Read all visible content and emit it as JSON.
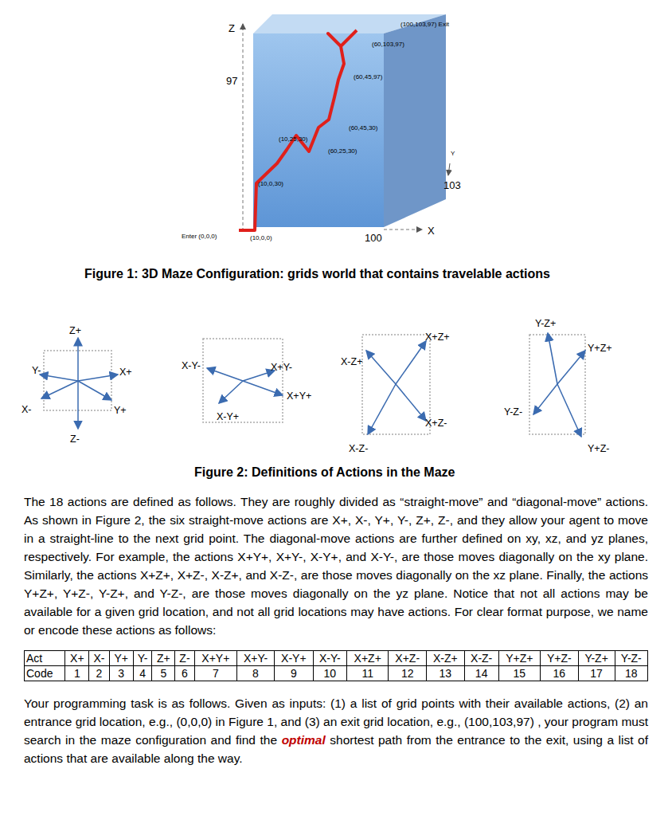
{
  "diagram": {
    "labels": [
      "Z",
      "97",
      "(100,103,97) Exit",
      "(60,103,97)",
      "(60,45,97)",
      "(60,45,30)",
      "(10,25,30)",
      "(60,25,30)",
      "Y",
      "103",
      "(10,0,30)",
      "Enter (0,0,0)",
      "(10,0,0)",
      "100",
      "X",
      "Figure 1: 3D Maze Configuration: grids world that contains travelable actions",
      "Z+",
      "Y-",
      "X+",
      "X-",
      "Y+",
      "Z-",
      "X-Y-",
      "X+Y-",
      "X+Y+",
      "X-Y+",
      "X-Z+",
      "X+Z+",
      "X+Z-",
      "X-Z-",
      "Y-Z+",
      "Y+Z+",
      "Y-Z-",
      "Y+Z-",
      "Figure 2: Definitions of Actions in the Maze",
      "The 18 actions are defined as follows. They are roughly divided as “straight-move” and “diagonal-move” actions. As shown in Figure 2, the six straight-move actions are X+, X-, Y+, Y-, Z+, Z-, and they allow your agent to move in a straight-line to the next grid point. The diagonal-move actions are further defined on xy, xz, and yz planes, respectively. For example, the actions X+Y+, X+Y-, X-Y+, and X-Y-, are those moves diagonally on the xy plane. Similarly, the actions X+Z+, X+Z-, X-Z+, and X-Z-, are those moves diagonally on the xz plane. Finally, the actions Y+Z+, Y+Z-, Y-Z+, and Y-Z-, are those moves diagonally on the yz plane. Notice that not all actions may be available for a given grid location, and not all grid locations may have actions. For clear format purpose, we name or encode these actions as follows:",
      "Act",
      "X+",
      "X-",
      "Y+",
      "Y-",
      "Z+",
      "Z-",
      "X+Y+",
      "X+Y-",
      "X-Y+",
      "X-Y-",
      "X+Z+",
      "X+Z-",
      "X-Z+",
      "X-Z-",
      "Y+Z+",
      "Y+Z-",
      "Y-Z+",
      "Y-Z-",
      "Code",
      "1",
      "2",
      "3",
      "4",
      "5",
      "6",
      "7",
      "8",
      "9",
      "10",
      "11",
      "12",
      "13",
      "14",
      "15",
      "16",
      "17",
      "18",
      "Your programming task is as follows. Given as inputs: (1) a list of grid points with their available actions, (2) an entrance grid location, e.g., (0,0,0) in Figure 1, and (3) an exit grid location, e.g., (100,103,97) , your program must search in the maze configuration and find the",
      "optimal",
      "shortest path from the entrance to the exit, using a list of actions that are available along the way."
    ]
  }
}
